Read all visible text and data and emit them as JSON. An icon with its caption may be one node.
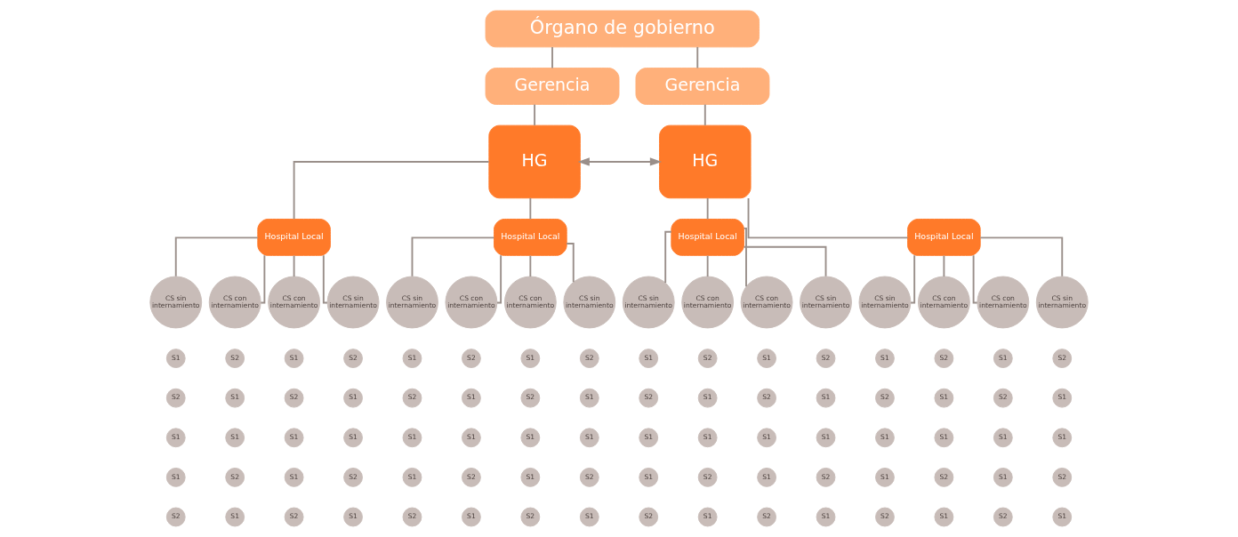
{
  "diagram": {
    "nodes": [
      {
        "text": [
          "Órgano de gobierno"
        ]
      },
      {
        "text": [
          "Gerencia"
        ]
      },
      {
        "text": [
          "Gerencia"
        ]
      },
      {
        "text": [
          "HG"
        ]
      },
      {
        "text": [
          "HG"
        ]
      },
      {
        "text": [
          "Hospital Local"
        ]
      },
      {
        "text": [
          "CS sin internamiento"
        ]
      },
      {
        "text": [
          "S1"
        ]
      },
      {
        "text": [
          "S2"
        ]
      },
      {
        "text": [
          "S1"
        ]
      },
      {
        "text": [
          "S1"
        ]
      },
      {
        "text": [
          "S2"
        ]
      },
      {
        "text": [
          "CS con internamiento"
        ]
      },
      {
        "text": [
          "S2"
        ]
      },
      {
        "text": [
          "S1"
        ]
      },
      {
        "text": [
          "S1"
        ]
      },
      {
        "text": [
          "S2"
        ]
      },
      {
        "text": [
          "S1"
        ]
      },
      {
        "text": [
          "CS con internamiento"
        ]
      },
      {
        "text": [
          "S1"
        ]
      },
      {
        "text": [
          "S2"
        ]
      },
      {
        "text": [
          "S1"
        ]
      },
      {
        "text": [
          "S1"
        ]
      },
      {
        "text": [
          "S2"
        ]
      },
      {
        "text": [
          "CS sin internamiento"
        ]
      },
      {
        "text": [
          "S2"
        ]
      },
      {
        "text": [
          "S1"
        ]
      },
      {
        "text": [
          "S1"
        ]
      },
      {
        "text": [
          "S2"
        ]
      },
      {
        "text": [
          "S1"
        ]
      },
      {
        "text": [
          "Hospital Local"
        ]
      },
      {
        "text": [
          "CS sin internamiento"
        ]
      },
      {
        "text": [
          "S1"
        ]
      },
      {
        "text": [
          "S2"
        ]
      },
      {
        "text": [
          "S1"
        ]
      },
      {
        "text": [
          "S1"
        ]
      },
      {
        "text": [
          "S2"
        ]
      },
      {
        "text": [
          "CS con internamiento"
        ]
      },
      {
        "text": [
          "S2"
        ]
      },
      {
        "text": [
          "S1"
        ]
      },
      {
        "text": [
          "S1"
        ]
      },
      {
        "text": [
          "S2"
        ]
      },
      {
        "text": [
          "S1"
        ]
      },
      {
        "text": [
          "CS con internamiento"
        ]
      },
      {
        "text": [
          "S1"
        ]
      },
      {
        "text": [
          "S2"
        ]
      },
      {
        "text": [
          "S1"
        ]
      },
      {
        "text": [
          "S1"
        ]
      },
      {
        "text": [
          "S2"
        ]
      },
      {
        "text": [
          "CS sin internamiento"
        ]
      },
      {
        "text": [
          "S2"
        ]
      },
      {
        "text": [
          "S1"
        ]
      },
      {
        "text": [
          "S1"
        ]
      },
      {
        "text": [
          "S2"
        ]
      },
      {
        "text": [
          "S1"
        ]
      },
      {
        "text": [
          "Hospital Local"
        ]
      },
      {
        "text": [
          "CS sin internamiento"
        ]
      },
      {
        "text": [
          "S1"
        ]
      },
      {
        "text": [
          "S2"
        ]
      },
      {
        "text": [
          "S1"
        ]
      },
      {
        "text": [
          "S1"
        ]
      },
      {
        "text": [
          "S2"
        ]
      },
      {
        "text": [
          "CS con internamiento"
        ]
      },
      {
        "text": [
          "S2"
        ]
      },
      {
        "text": [
          "S1"
        ]
      },
      {
        "text": [
          "S1"
        ]
      },
      {
        "text": [
          "S2"
        ]
      },
      {
        "text": [
          "S1"
        ]
      },
      {
        "text": [
          "CS con internamiento"
        ]
      },
      {
        "text": [
          "S1"
        ]
      },
      {
        "text": [
          "S2"
        ]
      },
      {
        "text": [
          "S1"
        ]
      },
      {
        "text": [
          "S1"
        ]
      },
      {
        "text": [
          "S2"
        ]
      },
      {
        "text": [
          "CS sin internamiento"
        ]
      },
      {
        "text": [
          "S2"
        ]
      },
      {
        "text": [
          "S1"
        ]
      },
      {
        "text": [
          "S1"
        ]
      },
      {
        "text": [
          "S2"
        ]
      },
      {
        "text": [
          "S1"
        ]
      },
      {
        "text": [
          "Hospital Local"
        ]
      },
      {
        "text": [
          "CS sin internamiento"
        ]
      },
      {
        "text": [
          "S1"
        ]
      },
      {
        "text": [
          "S2"
        ]
      },
      {
        "text": [
          "S1"
        ]
      },
      {
        "text": [
          "S1"
        ]
      },
      {
        "text": [
          "S2"
        ]
      },
      {
        "text": [
          "CS con internamiento"
        ]
      },
      {
        "text": [
          "S2"
        ]
      },
      {
        "text": [
          "S1"
        ]
      },
      {
        "text": [
          "S1"
        ]
      },
      {
        "text": [
          "S2"
        ]
      },
      {
        "text": [
          "S1"
        ]
      },
      {
        "text": [
          "CS con internamiento"
        ]
      },
      {
        "text": [
          "S1"
        ]
      },
      {
        "text": [
          "S2"
        ]
      },
      {
        "text": [
          "S1"
        ]
      },
      {
        "text": [
          "S1"
        ]
      },
      {
        "text": [
          "S2"
        ]
      },
      {
        "text": [
          "CS sin internamiento"
        ]
      },
      {
        "text": [
          "S2"
        ]
      },
      {
        "text": [
          "S1"
        ]
      },
      {
        "text": [
          "S1"
        ]
      },
      {
        "text": [
          "S2"
        ]
      },
      {
        "text": [
          "S1"
        ]
      }
    ],
    "edges": [
      {
        "from": 0,
        "to": 1,
        "arrow": "none"
      },
      {
        "from": 0,
        "to": 2,
        "arrow": "none"
      },
      {
        "from": 1,
        "to": 3,
        "arrow": "none"
      },
      {
        "from": 2,
        "to": 4,
        "arrow": "none"
      },
      {
        "from": 3,
        "to": 4,
        "arrow": "both"
      },
      {
        "from": 3,
        "to": 5,
        "arrow": "none"
      },
      {
        "from": 3,
        "to": 30,
        "arrow": "none"
      },
      {
        "from": 4,
        "to": 55,
        "arrow": "none"
      },
      {
        "from": 4,
        "to": 80,
        "arrow": "none"
      },
      {
        "from": 5,
        "to": 6,
        "arrow": "none"
      },
      {
        "from": 5,
        "to": 12,
        "arrow": "none"
      },
      {
        "from": 5,
        "to": 18,
        "arrow": "none"
      },
      {
        "from": 5,
        "to": 24,
        "arrow": "none"
      },
      {
        "from": 30,
        "to": 31,
        "arrow": "none"
      },
      {
        "from": 30,
        "to": 37,
        "arrow": "none"
      },
      {
        "from": 30,
        "to": 43,
        "arrow": "none"
      },
      {
        "from": 30,
        "to": 49,
        "arrow": "none"
      },
      {
        "from": 55,
        "to": 56,
        "arrow": "none"
      },
      {
        "from": 55,
        "to": 62,
        "arrow": "none"
      },
      {
        "from": 55,
        "to": 68,
        "arrow": "none"
      },
      {
        "from": 55,
        "to": 74,
        "arrow": "none"
      },
      {
        "from": 80,
        "to": 81,
        "arrow": "none"
      },
      {
        "from": 80,
        "to": 87,
        "arrow": "none"
      },
      {
        "from": 80,
        "to": 93,
        "arrow": "none"
      },
      {
        "from": 80,
        "to": 99,
        "arrow": "none"
      }
    ]
  }
}
